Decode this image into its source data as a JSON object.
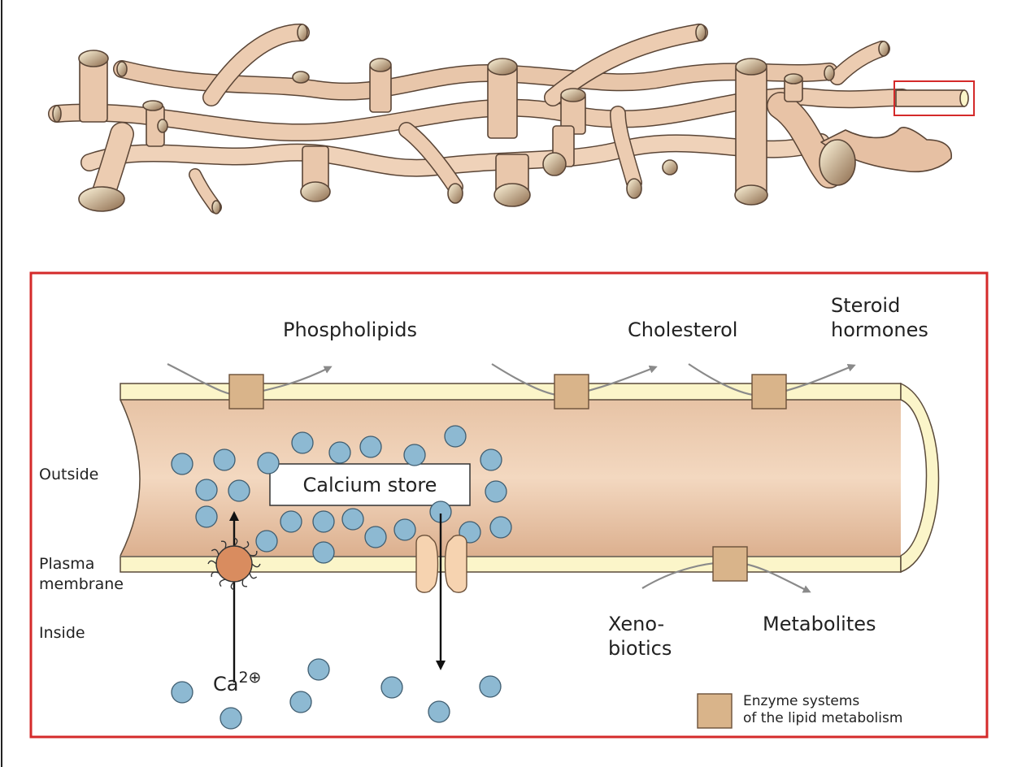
{
  "labels": {
    "phospholipids": "Phospholipids",
    "cholesterol": "Cholesterol",
    "steroid_1": "Steroid",
    "steroid_2": "hormones",
    "calcium_store": "Calcium store",
    "outside": "Outside",
    "plasma_1": "Plasma",
    "plasma_2": "membrane",
    "inside": "Inside",
    "xeno_1": "Xeno-",
    "xeno_2": "biotics",
    "metabolites": "Metabolites",
    "ca_base": "Ca",
    "ca_sup": "2⊕"
  },
  "legend": {
    "line1": "Enzyme systems",
    "line2": "of the lipid metabolism"
  },
  "colors": {
    "frame_red": "#d42a2a",
    "tubule_fill": "#f1d2b8",
    "tubule_dark": "#cfa785",
    "membrane_yellow": "#fbf5c9",
    "membrane_stroke": "#5a4a3a",
    "enzyme_box": "#d9b48a",
    "calcium_ion": "#8db9d2",
    "receptor": "#d98c5f",
    "channel": "#f6d3b0",
    "arrow_gray": "#8a8a8a"
  },
  "icons": {
    "enzyme": "enzyme-box-icon",
    "ion": "calcium-ion-icon",
    "receptor": "receptor-icon",
    "channel": "ion-channel-icon"
  }
}
